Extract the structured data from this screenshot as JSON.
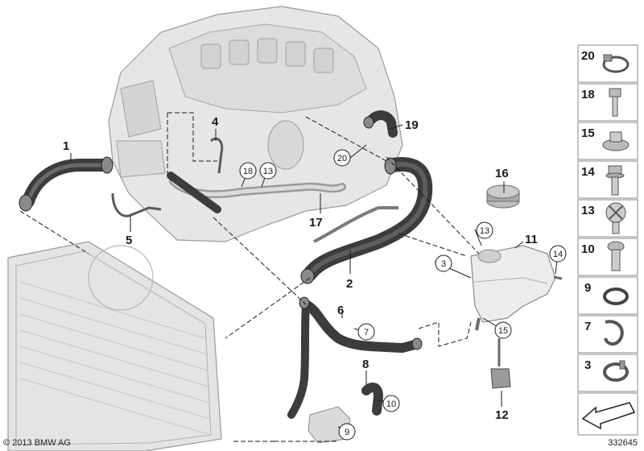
{
  "callouts": {
    "c1": "1",
    "c2": "2",
    "c3": "3",
    "c4": "4",
    "c5": "5",
    "c6": "6",
    "c7": "7",
    "c8": "8",
    "c9": "9",
    "c10": "10",
    "c11": "11",
    "c12": "12",
    "c13a": "13",
    "c13b": "13",
    "c14": "14",
    "c15": "15",
    "c16": "16",
    "c17": "17",
    "c18": "18",
    "c19": "19",
    "c20": "20"
  },
  "sidebar": {
    "items": [
      "20",
      "18",
      "15",
      "14",
      "13",
      "10",
      "9",
      "7",
      "3"
    ]
  },
  "footer": {
    "copyright": "© 2013 BMW AG",
    "drawing_number": "332645"
  },
  "colors": {
    "line": "#1a1a1a",
    "engine_fill": "#e6e6e6",
    "engine_stroke": "#9a9a9a",
    "hose_dark": "#3c3c3c",
    "hose_light": "#cfcfcf",
    "tank_fill": "#ececec"
  }
}
